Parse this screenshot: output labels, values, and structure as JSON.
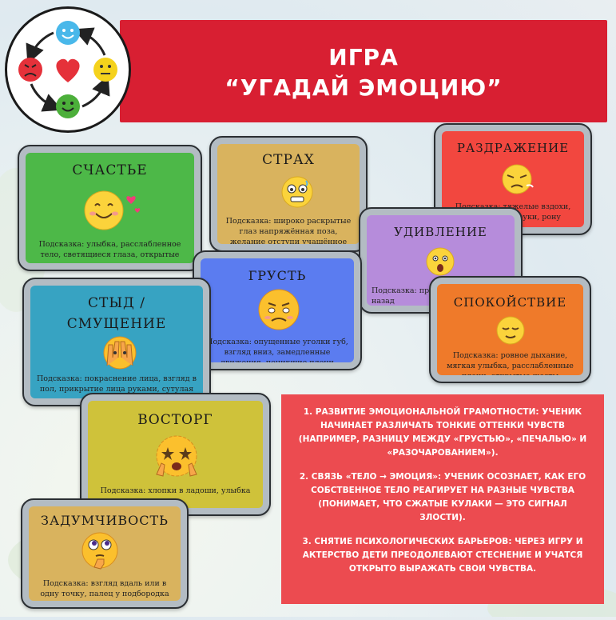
{
  "header": {
    "line1": "ИГРА",
    "line2": "“УГАДАЙ ЭМОЦИЮ”"
  },
  "logo": {
    "icons": [
      "smile-icon",
      "neutral-icon",
      "happy-icon",
      "angry-icon",
      "heart-icon"
    ]
  },
  "cards": {
    "happiness": {
      "title": "СЧАСТЬЕ",
      "hint": "Подсказка: улыбка, расслабленное тело, светящиеся глаза, открытые жесты",
      "color": "#4db848"
    },
    "fear": {
      "title": "СТРАХ",
      "hint": "Подсказка: широко раскрытые глаз напряжённая поза, желание отступи учащённое дыхание",
      "color": "#d9b35e"
    },
    "irritation": {
      "title": "РАЗДРАЖЕНИЕ",
      "hint": "Подсказка: тяжелые вздохи, скрещённые руки, рону",
      "color": "#f2473f"
    },
    "surprise": {
      "title": "УДИВЛЕНИЕ",
      "hint": "Подсказка: приот брови, шаг назад",
      "color": "#b68cdb"
    },
    "sadness": {
      "title": "ГРУСТЬ",
      "hint": "Подсказка: опущенные уголки губ, взгляд вниз, замедленные движения, поникшие плечи",
      "color": "#5b7cf0"
    },
    "calm": {
      "title": "СПОКОЙСТВИЕ",
      "hint": "Подсказка: ровное дыхание, мягкая улыбка, расслабленные плечи, открытые жесты",
      "color": "#ef7a2a"
    },
    "shame": {
      "title1": "СТЫД /",
      "title2": "СМУЩЕНИЕ",
      "hint": "Подсказка: покраснение лица, взгляд в пол, прикрытие лица руками, сутулая поза",
      "color": "#37a3c2"
    },
    "delight": {
      "title": "ВОСТОРГ",
      "hint": "Подсказка: хлопки в ладоши, улыбка",
      "color": "#cfc23a"
    },
    "thoughtful": {
      "title": "ЗАДУМЧИВОСТЬ",
      "hint": "Подсказка: взгляд вдаль или в одну точку, палец у подбородка или виска, замедленные жесты",
      "color": "#d9b35e"
    }
  },
  "info": {
    "p1": "1.      Развитие эмоциональной грамотности: ученик начинает различать тонкие оттенки чувств (например, разницу между «грустью», «печалью» и «разочарованием»).",
    "p2": "2.  Связь «Тело → Эмоция»: ученик осознает, как его собственное тело реагирует на разные чувства (понимает, что сжатые кулаки — это сигнал злости).",
    "p3": "3.  Снятие психологических барьеров: через игру и актерство дети преодолевают стеснение и учатся открыто выражать свои чувства."
  }
}
